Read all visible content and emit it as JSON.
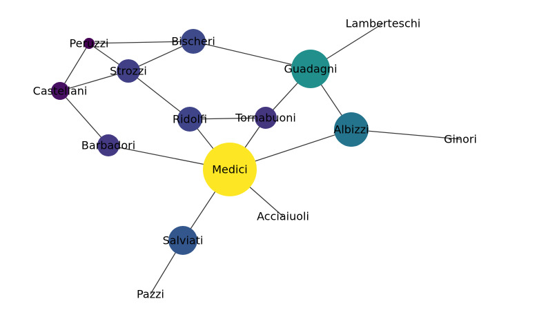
{
  "graph": {
    "nodes": [
      {
        "id": "medici",
        "label": "Medici",
        "color": "#fde725"
      },
      {
        "id": "guadagni",
        "label": "Guadagni",
        "color": "#21908d"
      },
      {
        "id": "albizzi",
        "label": "Albizzi",
        "color": "#25748e"
      },
      {
        "id": "salviati",
        "label": "Salviati",
        "color": "#33578c"
      },
      {
        "id": "bischeri",
        "label": "Bischeri",
        "color": "#3e4a89"
      },
      {
        "id": "strozzi",
        "label": "Strozzi",
        "color": "#413f85"
      },
      {
        "id": "ridolfi",
        "label": "Ridolfi",
        "color": "#3f4588"
      },
      {
        "id": "tornabuoni",
        "label": "Tornabuoni",
        "color": "#453680"
      },
      {
        "id": "barbadori",
        "label": "Barbadori",
        "color": "#443a83"
      },
      {
        "id": "peruzzi",
        "label": "Peruzzi",
        "color": "#440154"
      },
      {
        "id": "castellani",
        "label": "Castellani",
        "color": "#471063"
      },
      {
        "id": "lamberteschi",
        "label": "Lamberteschi",
        "color": "#ffffff"
      },
      {
        "id": "ginori",
        "label": "Ginori",
        "color": "#ffffff"
      },
      {
        "id": "acciaiuoli",
        "label": "Acciaiuoli",
        "color": "#ffffff"
      },
      {
        "id": "pazzi",
        "label": "Pazzi",
        "color": "#ffffff"
      }
    ],
    "edges": [
      [
        "peruzzi",
        "bischeri"
      ],
      [
        "peruzzi",
        "strozzi"
      ],
      [
        "peruzzi",
        "castellani"
      ],
      [
        "castellani",
        "strozzi"
      ],
      [
        "castellani",
        "barbadori"
      ],
      [
        "bischeri",
        "strozzi"
      ],
      [
        "bischeri",
        "guadagni"
      ],
      [
        "strozzi",
        "ridolfi"
      ],
      [
        "ridolfi",
        "tornabuoni"
      ],
      [
        "ridolfi",
        "medici"
      ],
      [
        "tornabuoni",
        "guadagni"
      ],
      [
        "tornabuoni",
        "medici"
      ],
      [
        "guadagni",
        "lamberteschi"
      ],
      [
        "guadagni",
        "albizzi"
      ],
      [
        "albizzi",
        "ginori"
      ],
      [
        "albizzi",
        "medici"
      ],
      [
        "barbadori",
        "medici"
      ],
      [
        "medici",
        "acciaiuoli"
      ],
      [
        "medici",
        "salviati"
      ],
      [
        "salviati",
        "pazzi"
      ]
    ]
  }
}
